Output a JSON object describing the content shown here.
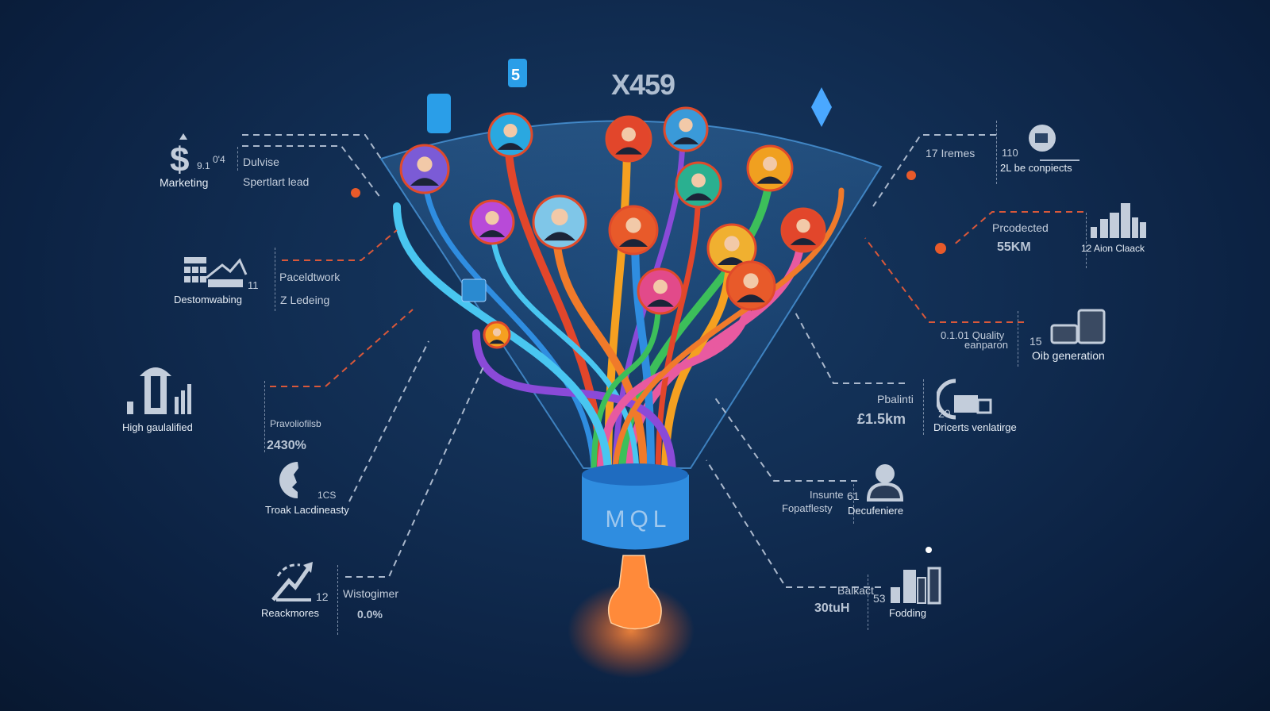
{
  "header": {
    "title": "X459",
    "phone_badge": "5"
  },
  "funnel": {
    "output_label": "MQL"
  },
  "colors": {
    "background": "#0f2a4d",
    "funnel_glass": "#4aa8ff",
    "mql_band": "#2f8de0",
    "hand_glow": "#ff7a2a",
    "dash_red": "#d9583a",
    "dash_white": "#aab8cc"
  },
  "left": {
    "marketing": {
      "icon": "dollar-icon",
      "value_a": "9.1",
      "value_b": "0'4",
      "label": "Marketing",
      "line1": "Dulvise",
      "line2": "Spertlart lead"
    },
    "dashboard": {
      "icon": "dashboard-chart-icon",
      "value": "11",
      "label": "Destomwabing",
      "line1": "Paceldtwork",
      "line2": "Z Ledeing"
    },
    "qualified": {
      "icon": "umbrella-bars-icon",
      "label": "High gaulalified"
    },
    "prediction": {
      "line1": "Pravoliofilsb",
      "value": "2430%",
      "icon": "head-profile-icon",
      "value_b": "1CS",
      "label": "Troak Lacdineasty"
    },
    "reach": {
      "icon": "growth-arrow-icon",
      "value": "12",
      "label": "Reackmores",
      "line1": "Wistogimer",
      "line2": "0.0%"
    }
  },
  "right": {
    "items": {
      "line1": "17 Iremes",
      "value": "110",
      "icon": "globe-icon",
      "label": "2L be conpiects"
    },
    "collected": {
      "line1": "Prcodected",
      "value": "55KM",
      "icon": "bar-chart-icon",
      "label": "12 Aion Claack"
    },
    "quality": {
      "line1": "0.1.01 Quality",
      "line2": "eanparon",
      "value": "15",
      "icon": "block-chart-icon",
      "label": "Oib generation"
    },
    "balance": {
      "line1": "Pbalinti",
      "value": "£1.5km",
      "value_b": "20",
      "icon": "truck-icon",
      "label": "Dricerts venlatirge"
    },
    "institute": {
      "line1": "Insunte",
      "line2": "Fopatflesty",
      "value": "61",
      "icon": "user-icon",
      "label": "Decufeniere"
    },
    "backact": {
      "line1": "Balkact",
      "value": "30tuH",
      "value_b": "53",
      "icon": "bar-chart-icon",
      "label": "Fodding"
    }
  },
  "avatar_colors": [
    "#7b5bd6",
    "#2aa8e0",
    "#e2462b",
    "#3a9ad9",
    "#f0a020",
    "#e2462b",
    "#b84ad8",
    "#7fc6e8",
    "#e85a2a",
    "#2ab090",
    "#f0b030",
    "#e24a8a",
    "#e85a2a",
    "#f5a020"
  ],
  "strand_colors": [
    "#2f8de0",
    "#e2462b",
    "#f5a020",
    "#8a4ad8",
    "#3cbf5a",
    "#e85aa0",
    "#49c6f0",
    "#f07a2a"
  ]
}
